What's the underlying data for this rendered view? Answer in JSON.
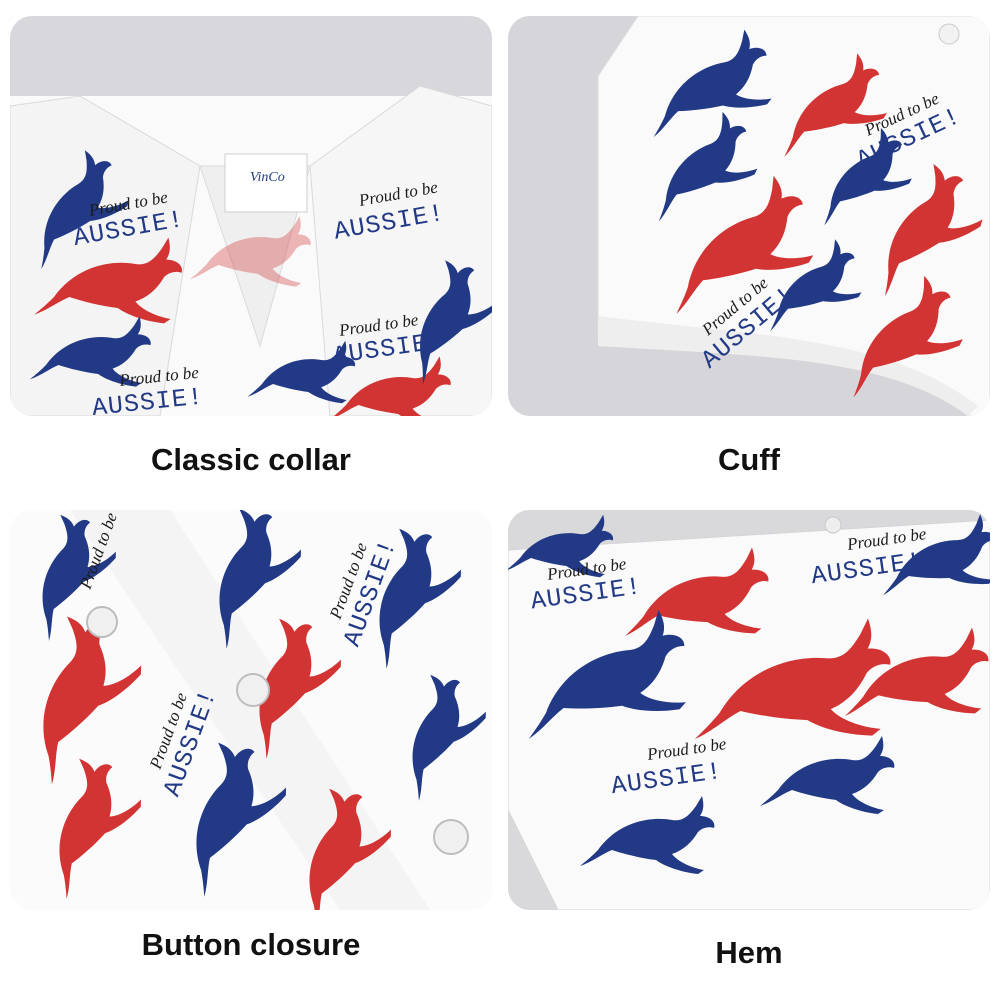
{
  "colors": {
    "kangaroo_red": "#d23434",
    "kangaroo_blue": "#223a86",
    "fabric": "#fafafa"
  },
  "print": {
    "phrase_top": "Proud to be",
    "phrase_word": "AUSSIE!"
  },
  "label_tag": {
    "brand": "VinCo"
  },
  "panels": [
    {
      "caption": "Classic collar"
    },
    {
      "caption": "Cuff"
    },
    {
      "caption": "Button closure"
    },
    {
      "caption": "Hem"
    }
  ]
}
